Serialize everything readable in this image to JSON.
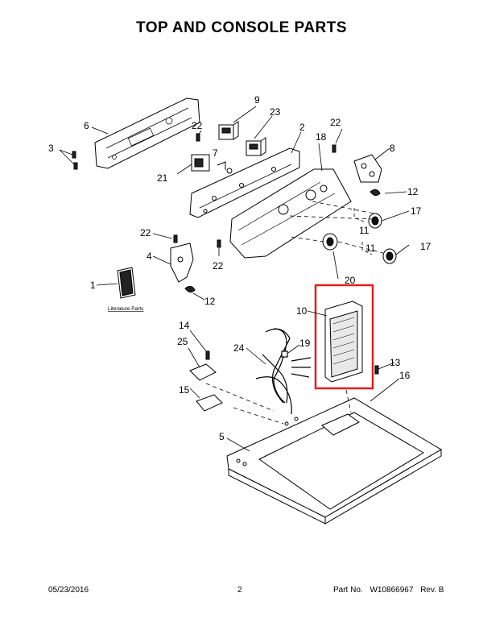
{
  "title": "TOP AND CONSOLE PARTS",
  "callouts": {
    "c1": "1",
    "c2": "2",
    "c3": "3",
    "c4": "4",
    "c5": "5",
    "c6": "6",
    "c7": "7",
    "c8": "8",
    "c9": "9",
    "c10": "10",
    "c11a": "11",
    "c11b": "11",
    "c12a": "12",
    "c12b": "12",
    "c13": "13",
    "c14": "14",
    "c15": "15",
    "c16": "16",
    "c17a": "17",
    "c17b": "17",
    "c19": "19",
    "c20": "20",
    "c21": "21",
    "c22a": "22",
    "c22b": "22",
    "c22c": "22",
    "c22d": "22",
    "c23": "23",
    "c24": "24",
    "c25": "25",
    "c18": "18"
  },
  "literature_label": "Literature Parts",
  "highlight_color": "#e0201c",
  "footer": {
    "date": "05/23/2016",
    "page": "2",
    "part_label": "Part No.",
    "part_no": "W10866967",
    "rev": "Rev. B"
  }
}
